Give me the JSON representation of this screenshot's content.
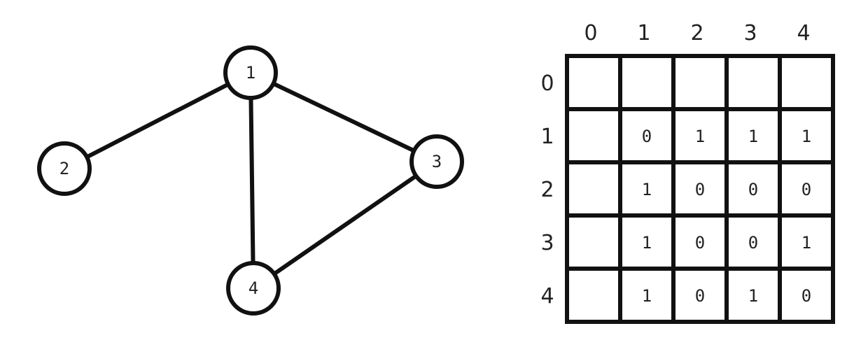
{
  "graph": {
    "nodes": [
      {
        "id": "1",
        "label": "1"
      },
      {
        "id": "2",
        "label": "2"
      },
      {
        "id": "3",
        "label": "3"
      },
      {
        "id": "4",
        "label": "4"
      }
    ],
    "edges": [
      [
        "1",
        "2"
      ],
      [
        "1",
        "3"
      ],
      [
        "1",
        "4"
      ],
      [
        "3",
        "4"
      ]
    ]
  },
  "matrix": {
    "column_headers": [
      "0",
      "1",
      "2",
      "3",
      "4"
    ],
    "row_headers": [
      "0",
      "1",
      "2",
      "3",
      "4"
    ],
    "cells": [
      [
        "",
        "",
        "",
        "",
        ""
      ],
      [
        "",
        "0",
        "1",
        "1",
        "1"
      ],
      [
        "",
        "1",
        "0",
        "0",
        "0"
      ],
      [
        "",
        "1",
        "0",
        "0",
        "1"
      ],
      [
        "",
        "1",
        "0",
        "1",
        "0"
      ]
    ]
  }
}
